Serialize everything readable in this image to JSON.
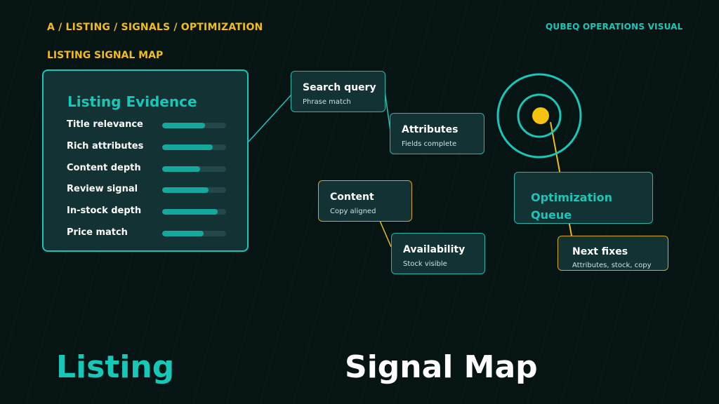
{
  "header": {
    "breadcrumb": "A / LISTING / SIGNALS / OPTIMIZATION",
    "brand": "QUBEQ OPERATIONS VISUAL",
    "section_title": "LISTING SIGNAL MAP"
  },
  "evidence": {
    "title": "Listing Evidence",
    "metrics": [
      {
        "label": "Title relevance",
        "level": 0.67
      },
      {
        "label": "Rich attributes",
        "level": 0.79
      },
      {
        "label": "Content depth",
        "level": 0.59
      },
      {
        "label": "Review signal",
        "level": 0.73
      },
      {
        "label": "In-stock depth",
        "level": 0.87
      },
      {
        "label": "Price match",
        "level": 0.65
      }
    ]
  },
  "nodes": {
    "search_query": {
      "title": "Search query",
      "subtitle": "Phrase match"
    },
    "attributes": {
      "title": "Attributes",
      "subtitle": "Fields complete"
    },
    "content": {
      "title": "Content",
      "subtitle": "Copy aligned"
    },
    "availability": {
      "title": "Availability",
      "subtitle": "Stock visible"
    },
    "next_fixes": {
      "title": "Next fixes",
      "subtitle": "Attributes, stock, copy"
    }
  },
  "queue": {
    "label": "Optimization Queue"
  },
  "footer": {
    "left": "Listing",
    "right": "Signal Map"
  },
  "colors": {
    "background": "#061414",
    "accent_teal": "#17c7b8",
    "accent_gold": "#f2bd14",
    "card": "#123234"
  },
  "icons": {
    "target": "target-rings-icon"
  }
}
